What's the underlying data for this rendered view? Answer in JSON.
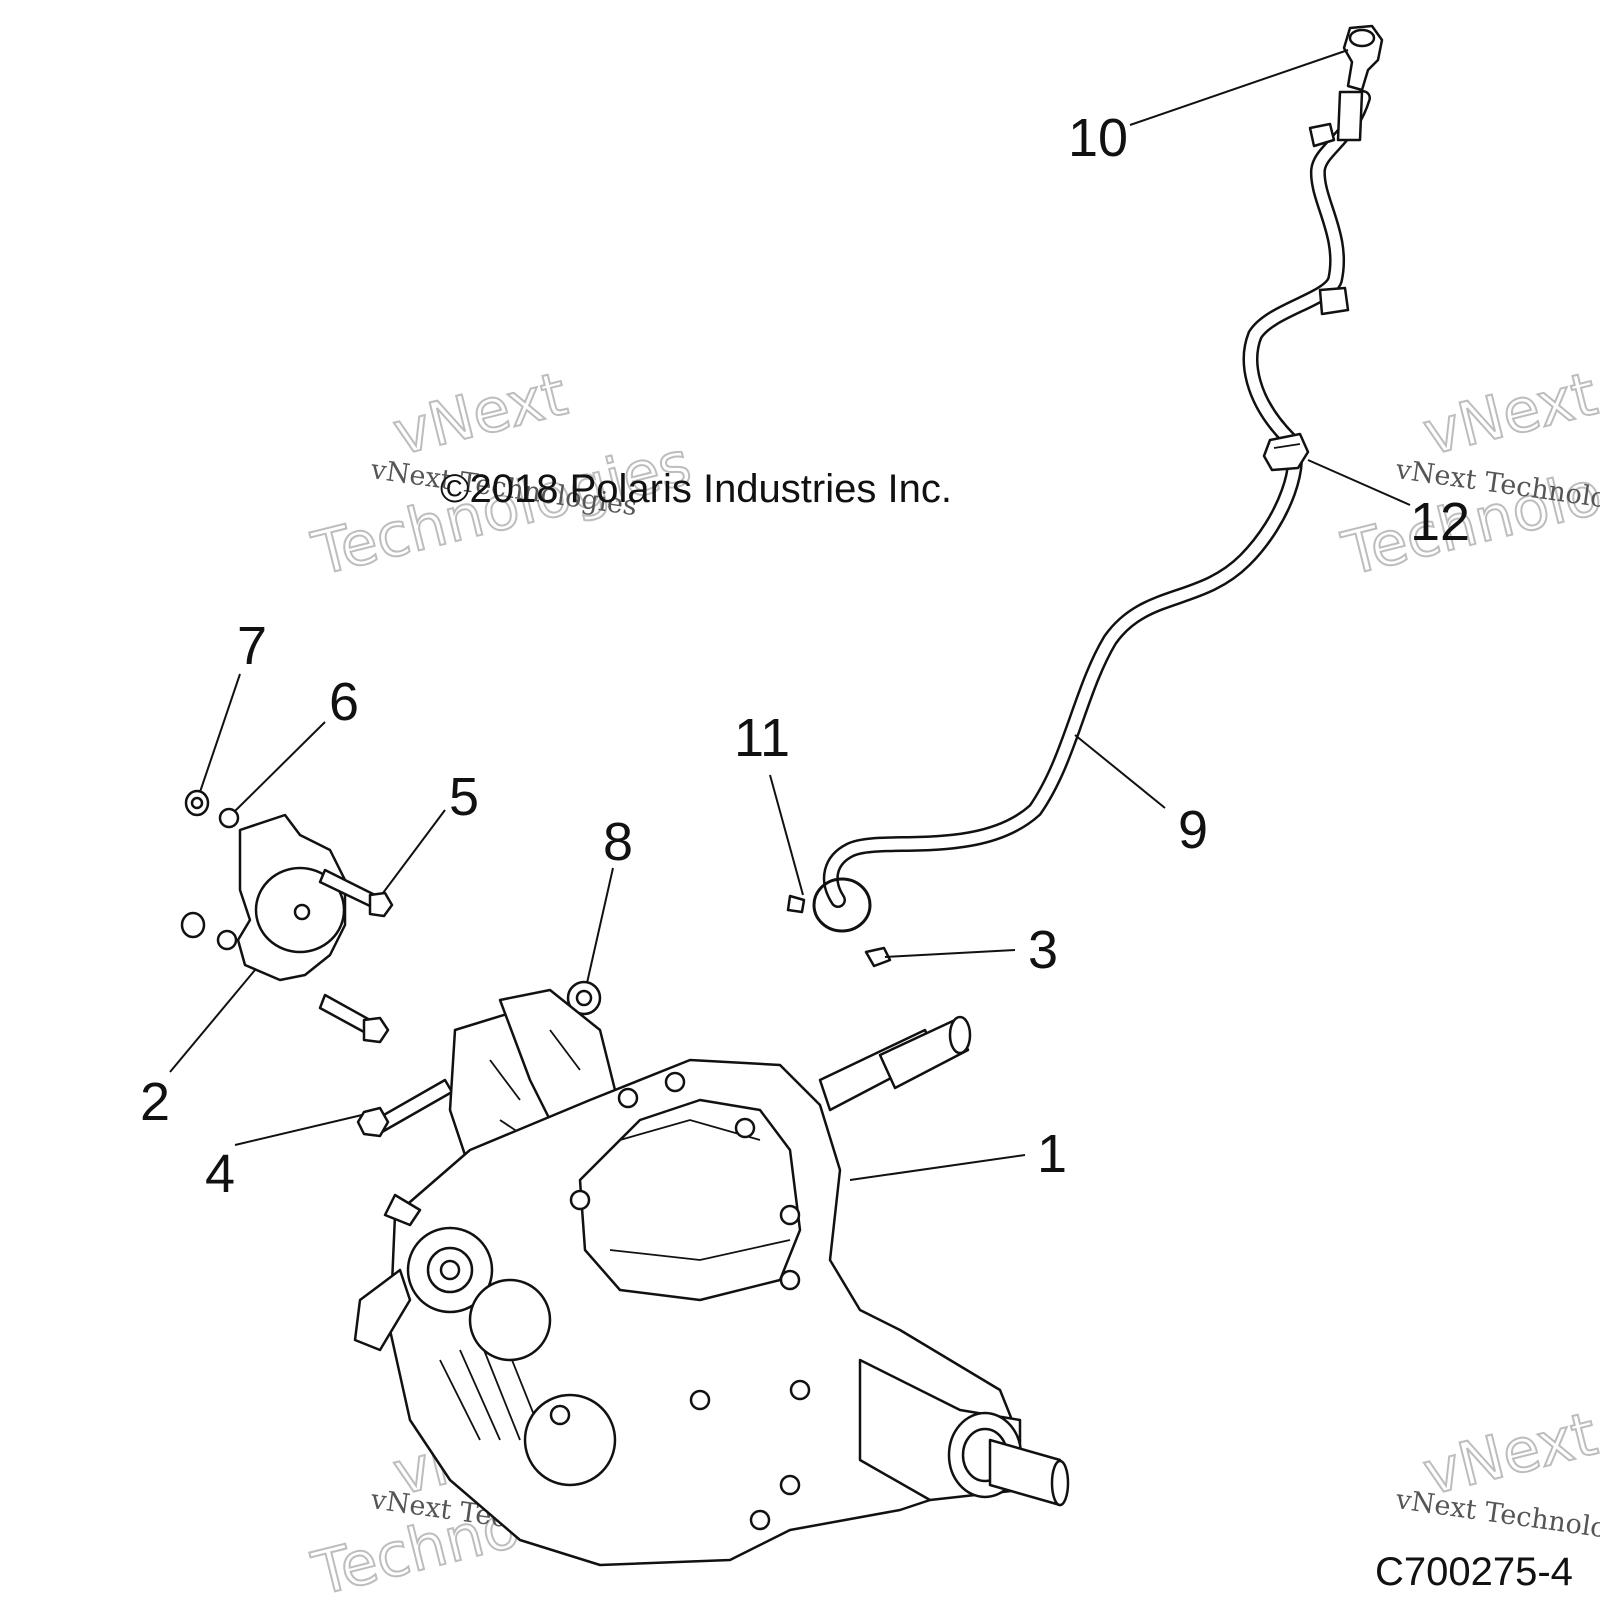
{
  "copyright": "©2018 Polaris Industries Inc.",
  "drawing_number": "C700275-4",
  "watermark": {
    "small": "vNext Technologies",
    "big_line1": "vNext",
    "big_line2": "Technologies"
  },
  "callouts": [
    "1",
    "2",
    "3",
    "4",
    "5",
    "6",
    "7",
    "8",
    "9",
    "10",
    "11",
    "12"
  ]
}
